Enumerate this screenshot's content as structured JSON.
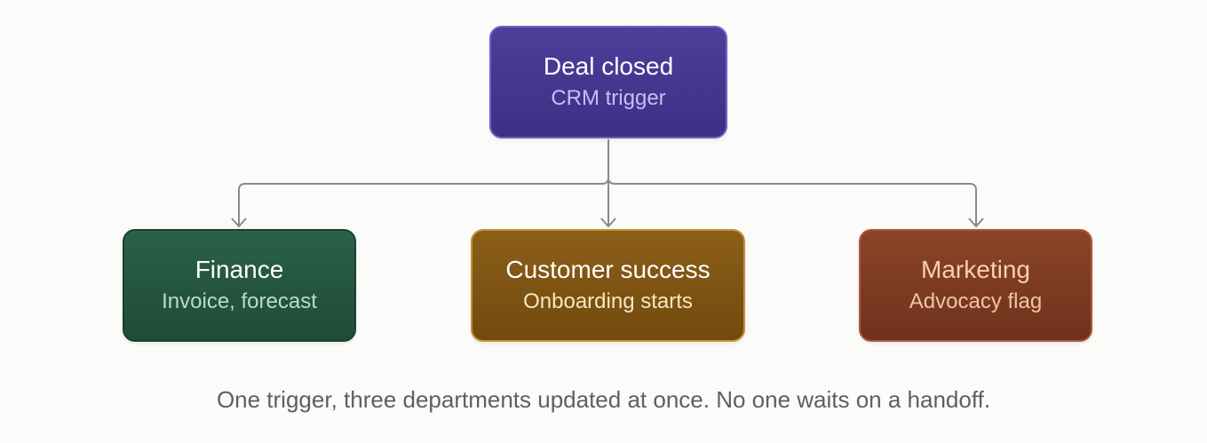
{
  "trigger": {
    "title": "Deal closed",
    "subtitle": "CRM trigger"
  },
  "departments": [
    {
      "title": "Finance",
      "subtitle": "Invoice, forecast"
    },
    {
      "title": "Customer success",
      "subtitle": "Onboarding starts"
    },
    {
      "title": "Marketing",
      "subtitle": "Advocacy flag"
    }
  ],
  "caption": "One trigger, three departments updated at once. No one waits on a handoff.",
  "colors": {
    "trigger": "#44378f",
    "finance": "#24553f",
    "customer_success": "#7f5514",
    "marketing": "#7d3b22",
    "connector": "#8a8a8a",
    "caption": "#5f5f5f"
  }
}
